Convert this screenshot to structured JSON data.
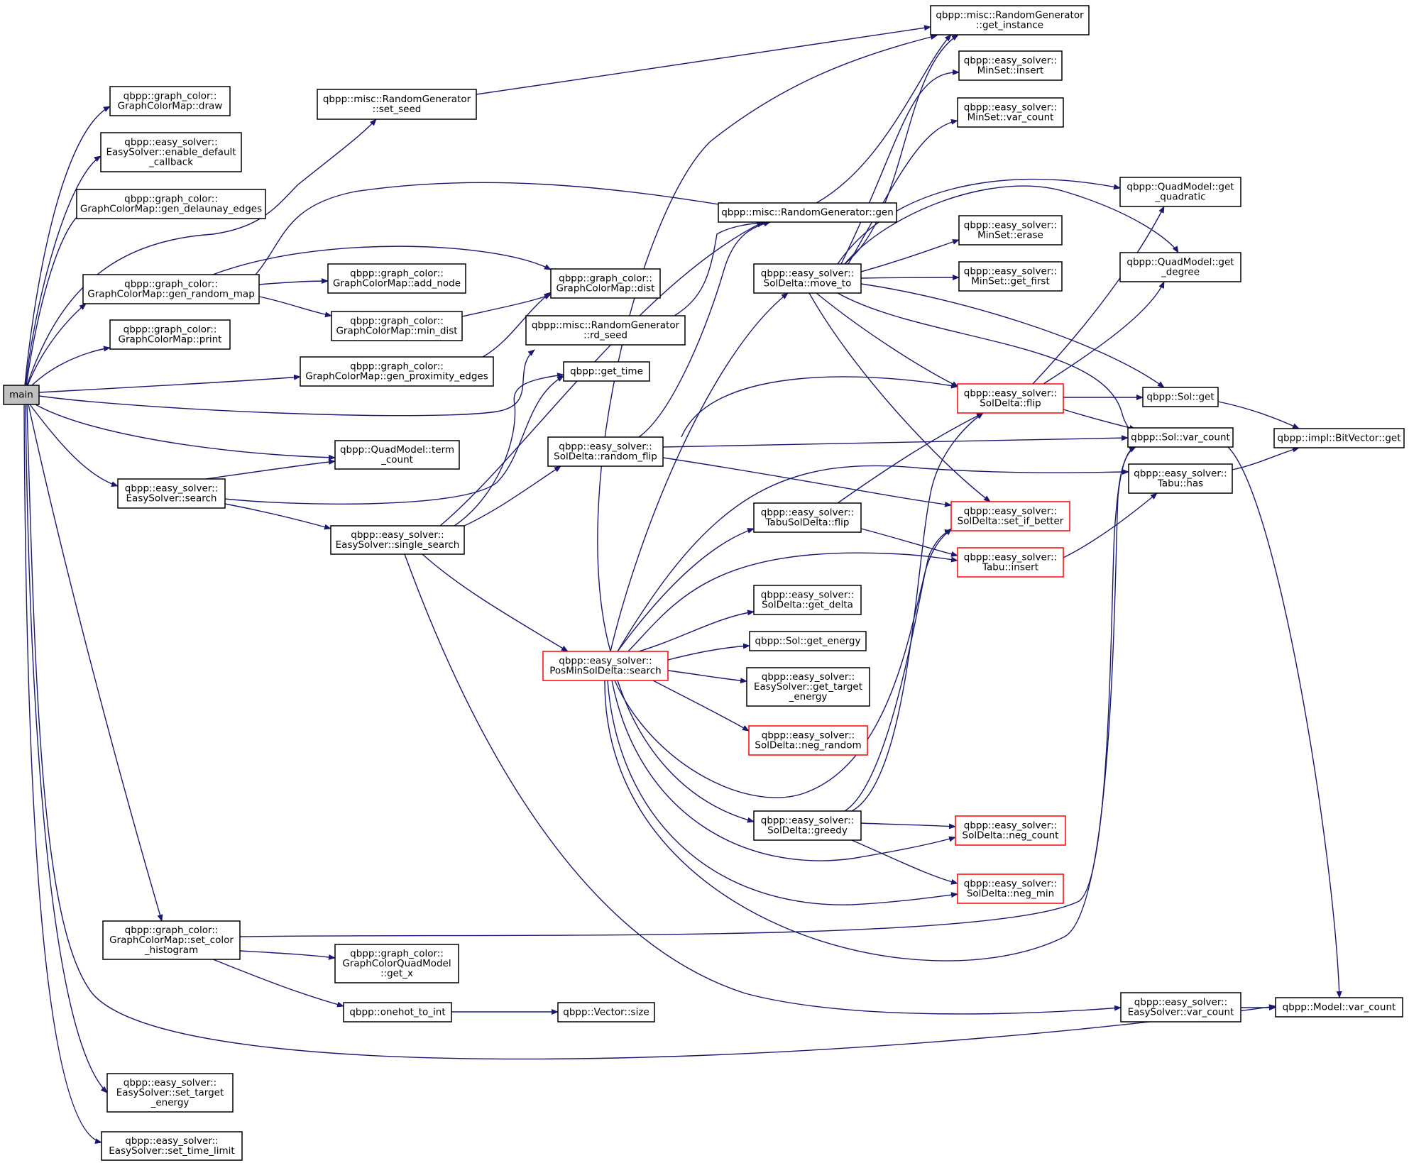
{
  "colors": {
    "edge": "#191970",
    "node_border": "#000000",
    "truncated_border": "#ff0000",
    "root_fill": "#bfbfbf",
    "background": "#ffffff"
  },
  "nodes": [
    {
      "id": "main",
      "lines": [
        "main"
      ],
      "root": true
    },
    {
      "id": "draw",
      "lines": [
        "qbpp::graph_color::",
        "GraphColorMap::draw"
      ]
    },
    {
      "id": "enable_cb",
      "lines": [
        "qbpp::easy_solver::",
        "EasySolver::enable_default",
        "_callback"
      ]
    },
    {
      "id": "delaunay",
      "lines": [
        "qbpp::graph_color::",
        "GraphColorMap::gen_delaunay_edges"
      ]
    },
    {
      "id": "gen_random_map",
      "lines": [
        "qbpp::graph_color::",
        "GraphColorMap::gen_random_map"
      ]
    },
    {
      "id": "print",
      "lines": [
        "qbpp::graph_color::",
        "GraphColorMap::print"
      ]
    },
    {
      "id": "es_search",
      "lines": [
        "qbpp::easy_solver::",
        "EasySolver::search"
      ]
    },
    {
      "id": "set_hist",
      "lines": [
        "qbpp::graph_color::",
        "GraphColorMap::set_color",
        "_histogram"
      ]
    },
    {
      "id": "set_target",
      "lines": [
        "qbpp::easy_solver::",
        "EasySolver::set_target",
        "_energy"
      ]
    },
    {
      "id": "set_time",
      "lines": [
        "qbpp::easy_solver::",
        "EasySolver::set_time_limit"
      ]
    },
    {
      "id": "set_seed",
      "lines": [
        "qbpp::misc::RandomGenerator",
        "::set_seed"
      ]
    },
    {
      "id": "add_node",
      "lines": [
        "qbpp::graph_color::",
        "GraphColorMap::add_node"
      ]
    },
    {
      "id": "min_dist",
      "lines": [
        "qbpp::graph_color::",
        "GraphColorMap::min_dist"
      ]
    },
    {
      "id": "prox",
      "lines": [
        "qbpp::graph_color::",
        "GraphColorMap::gen_proximity_edges"
      ]
    },
    {
      "id": "term_count",
      "lines": [
        "qbpp::QuadModel::term",
        "_count"
      ]
    },
    {
      "id": "single_search",
      "lines": [
        "qbpp::easy_solver::",
        "EasySolver::single_search"
      ]
    },
    {
      "id": "get_x",
      "lines": [
        "qbpp::graph_color::",
        "GraphColorQuadModel",
        "::get_x"
      ]
    },
    {
      "id": "onehot",
      "lines": [
        "qbpp::onehot_to_int"
      ]
    },
    {
      "id": "dist",
      "lines": [
        "qbpp::graph_color::",
        "GraphColorMap::dist"
      ]
    },
    {
      "id": "rd_seed",
      "lines": [
        "qbpp::misc::RandomGenerator",
        "::rd_seed"
      ]
    },
    {
      "id": "get_time",
      "lines": [
        "qbpp::get_time"
      ]
    },
    {
      "id": "random_flip",
      "lines": [
        "qbpp::easy_solver::",
        "SolDelta::random_flip"
      ]
    },
    {
      "id": "posmin",
      "lines": [
        "qbpp::easy_solver::",
        "PosMinSolDelta::search"
      ],
      "truncated": true
    },
    {
      "id": "vec_size",
      "lines": [
        "qbpp::Vector::size"
      ]
    },
    {
      "id": "get_instance",
      "lines": [
        "qbpp::misc::RandomGenerator",
        "::get_instance"
      ]
    },
    {
      "id": "rg_gen",
      "lines": [
        "qbpp::misc::RandomGenerator::gen"
      ]
    },
    {
      "id": "move_to",
      "lines": [
        "qbpp::easy_solver::",
        "SolDelta::move_to"
      ]
    },
    {
      "id": "tabusd_flip",
      "lines": [
        "qbpp::easy_solver::",
        "TabuSolDelta::flip"
      ]
    },
    {
      "id": "get_delta",
      "lines": [
        "qbpp::easy_solver::",
        "SolDelta::get_delta"
      ]
    },
    {
      "id": "get_energy",
      "lines": [
        "qbpp::Sol::get_energy"
      ]
    },
    {
      "id": "get_target",
      "lines": [
        "qbpp::easy_solver::",
        "EasySolver::get_target",
        "_energy"
      ]
    },
    {
      "id": "neg_random",
      "lines": [
        "qbpp::easy_solver::",
        "SolDelta::neg_random"
      ],
      "truncated": true
    },
    {
      "id": "greedy",
      "lines": [
        "qbpp::easy_solver::",
        "SolDelta::greedy"
      ]
    },
    {
      "id": "minset_insert",
      "lines": [
        "qbpp::easy_solver::",
        "MinSet::insert"
      ]
    },
    {
      "id": "minset_varcount",
      "lines": [
        "qbpp::easy_solver::",
        "MinSet::var_count"
      ]
    },
    {
      "id": "minset_erase",
      "lines": [
        "qbpp::easy_solver::",
        "MinSet::erase"
      ]
    },
    {
      "id": "minset_first",
      "lines": [
        "qbpp::easy_solver::",
        "MinSet::get_first"
      ]
    },
    {
      "id": "sd_flip",
      "lines": [
        "qbpp::easy_solver::",
        "SolDelta::flip"
      ],
      "truncated": true
    },
    {
      "id": "set_if_better",
      "lines": [
        "qbpp::easy_solver::",
        "SolDelta::set_if_better"
      ],
      "truncated": true
    },
    {
      "id": "tabu_insert",
      "lines": [
        "qbpp::easy_solver::",
        "Tabu::insert"
      ],
      "truncated": true
    },
    {
      "id": "neg_count",
      "lines": [
        "qbpp::easy_solver::",
        "SolDelta::neg_count"
      ],
      "truncated": true
    },
    {
      "id": "neg_min",
      "lines": [
        "qbpp::easy_solver::",
        "SolDelta::neg_min"
      ],
      "truncated": true
    },
    {
      "id": "es_varcount",
      "lines": [
        "qbpp::easy_solver::",
        "EasySolver::var_count"
      ]
    },
    {
      "id": "get_quadratic",
      "lines": [
        "qbpp::QuadModel::get",
        "_quadratic"
      ]
    },
    {
      "id": "get_degree",
      "lines": [
        "qbpp::QuadModel::get",
        "_degree"
      ]
    },
    {
      "id": "sol_get",
      "lines": [
        "qbpp::Sol::get"
      ]
    },
    {
      "id": "sol_varcount",
      "lines": [
        "qbpp::Sol::var_count"
      ]
    },
    {
      "id": "tabu_has",
      "lines": [
        "qbpp::easy_solver::",
        "Tabu::has"
      ]
    },
    {
      "id": "model_varcount",
      "lines": [
        "qbpp::Model::var_count"
      ]
    },
    {
      "id": "bitvector_get",
      "lines": [
        "qbpp::impl::BitVector::get"
      ]
    }
  ]
}
